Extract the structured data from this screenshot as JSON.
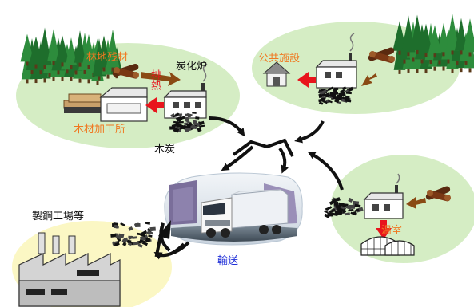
{
  "labels": {
    "forest_residue": "林地残材",
    "carbonization_furnace": "炭化炉",
    "exhaust_heat": "排熱",
    "lumber_mill": "木材加工所",
    "charcoal": "木炭",
    "public_facility": "公共施設",
    "steel_mill": "製鋼工場等",
    "transport": "輸送",
    "greenhouse": "温室"
  },
  "colors": {
    "forest_dark": "#1e6e2c",
    "forest_mid": "#2d8c3c",
    "blob_green": "#d5edc4",
    "blob_yellow": "#fbf7c4",
    "arrow_red": "#e8141c",
    "arrow_brown": "#8a4a14",
    "label_orange": "#f07820",
    "label_blue": "#1f2fd8"
  }
}
